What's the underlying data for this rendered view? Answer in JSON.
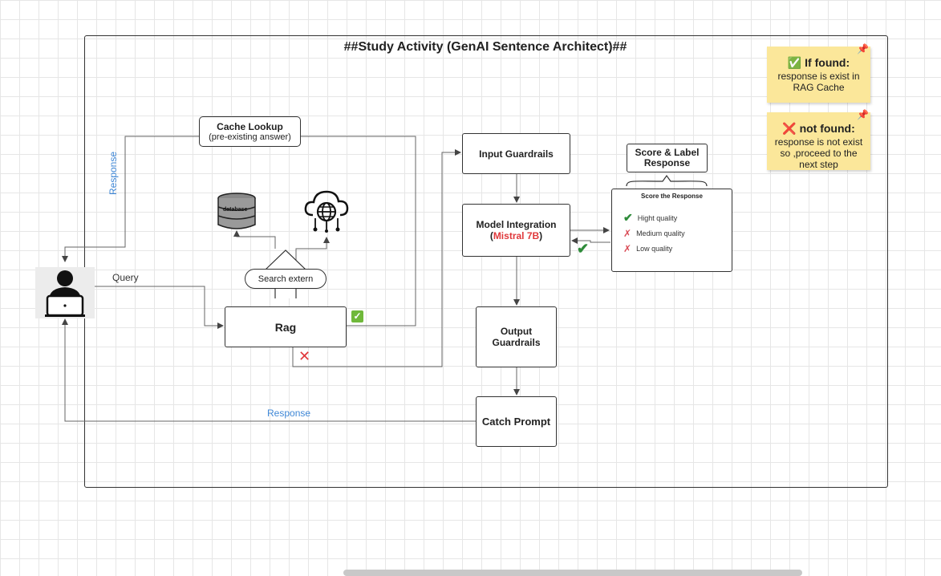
{
  "diagram": {
    "title": "##Study Activity (GenAI Sentence Architect)##",
    "cache_lookup": {
      "title": "Cache Lookup",
      "subtitle": "(pre-existing answer)"
    },
    "search_extern": "Search extern",
    "database_label": "database",
    "rag": "Rag",
    "query_label": "Query",
    "response_label_vertical": "Response",
    "response_label_bottom": "Response",
    "input_guardrails": "Input Guardrails",
    "model_integration": {
      "title": "Model Integration",
      "paren_open": "(",
      "model": "Mistral 7B",
      "paren_close": ")"
    },
    "output_guardrails": {
      "line1": "Output",
      "line2": "Guardrails"
    },
    "catch_prompt": "Catch Prompt",
    "score_label": {
      "line1": "Score & Label",
      "line2": "Response"
    },
    "score_panel": {
      "title": "Score the Response",
      "items": [
        "Hight quality",
        "Medium quality",
        "Low quality"
      ]
    },
    "notes": [
      {
        "icon": "✅",
        "head": "If found:",
        "body": "response is exist in RAG Cache"
      },
      {
        "icon": "❌",
        "head": "not found:",
        "body": "response is not exist so ,proceed to the next step"
      }
    ]
  }
}
